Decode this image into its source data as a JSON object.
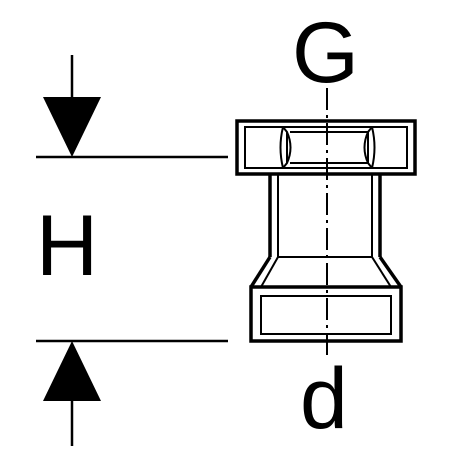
{
  "labels": {
    "thread": "G",
    "height": "H",
    "diameter": "d"
  },
  "colors": {
    "line": "#000000",
    "background": "#ffffff"
  },
  "icons": {
    "top_arrow": "arrow-down-icon",
    "bottom_arrow": "arrow-up-icon"
  }
}
